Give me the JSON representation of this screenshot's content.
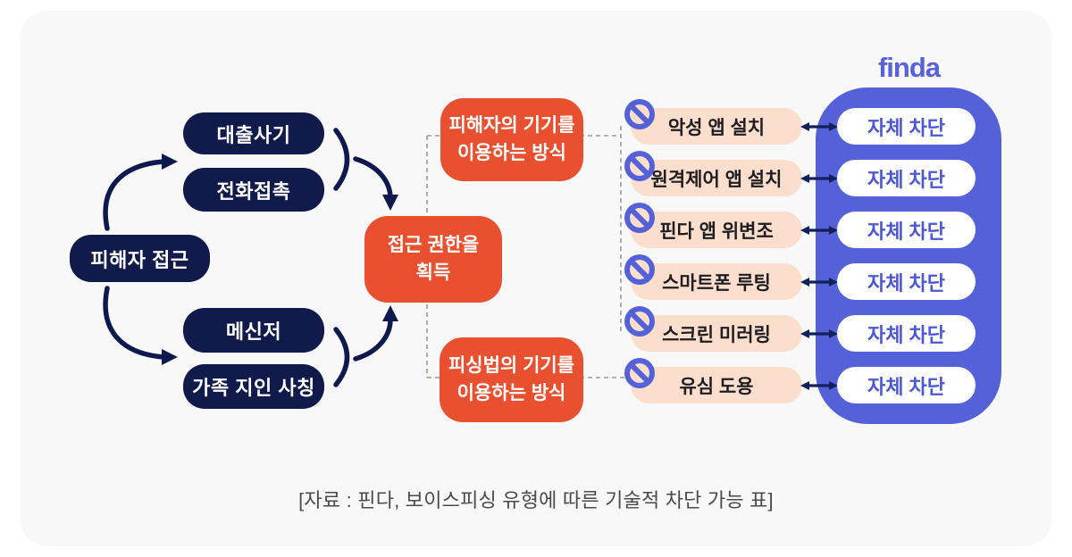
{
  "logo_text": "finda",
  "caption": "[자료 : 핀다, 보이스피싱 유형에 따른 기술적 차단 가능 표]",
  "approach": {
    "source": "피해자 접근",
    "top_methods": [
      "대출사기",
      "전화접촉"
    ],
    "bottom_methods": [
      "메신저",
      "가족 지인 사칭"
    ]
  },
  "goal": "접근 권한을\n획득",
  "branches": {
    "victim_device": "피해자의 기기를\n이용하는 방식",
    "phisher_device": "피싱법의 기기를\n이용하는 방식"
  },
  "rows": [
    {
      "threat": "악성 앱 설치",
      "block": "자체 차단"
    },
    {
      "threat": "원격제어 앱 설치",
      "block": "자체 차단"
    },
    {
      "threat": "핀다 앱 위변조",
      "block": "자체 차단"
    },
    {
      "threat": "스마트폰 루팅",
      "block": "자체 차단"
    },
    {
      "threat": "스크린 미러링",
      "block": "자체 차단"
    },
    {
      "threat": "유심 도용",
      "block": "자체 차단"
    }
  ],
  "colors": {
    "navy": "#101a4b",
    "red": "#e8502f",
    "peach": "#fbdecb",
    "brand_blue": "#5561d9",
    "block_text": "#4c57d4",
    "card_bg": "#f8f8f9"
  }
}
